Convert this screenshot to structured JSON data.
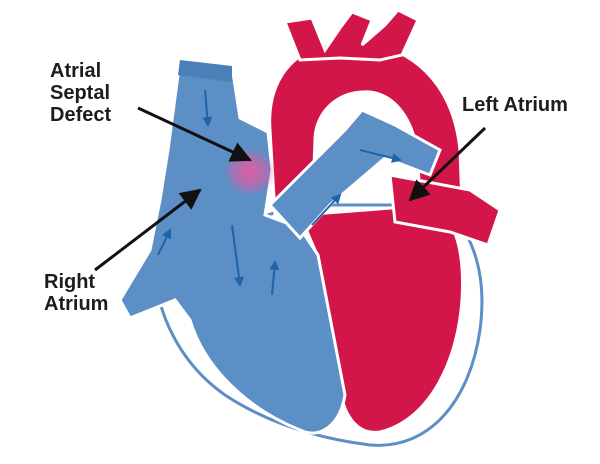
{
  "diagram": {
    "labels": {
      "asd": [
        "Atrial",
        "Septal",
        "Defect"
      ],
      "left_atrium": "Left Atrium",
      "right_atrium": [
        "Right",
        "Atrium"
      ]
    },
    "colors": {
      "oxygen_poor": "#5b8fc6",
      "oxygen_rich": "#d3164a",
      "outline": "#ffffff",
      "shunt_glow": "#e65aa3",
      "arrows": "#1f63a8"
    }
  }
}
